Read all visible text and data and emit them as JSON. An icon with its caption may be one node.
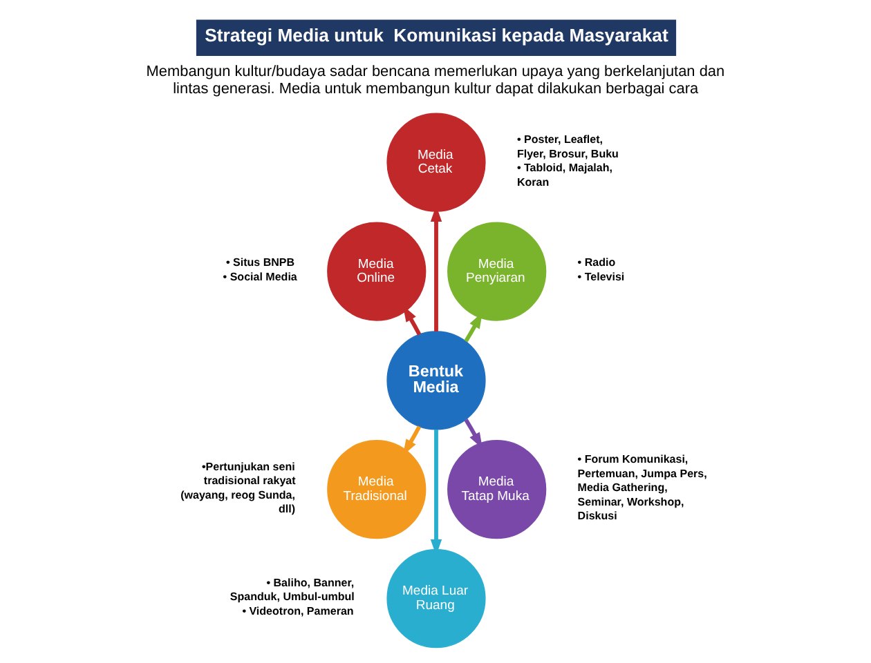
{
  "diagram": {
    "title": "Strategi Media untuk  Komunikasi kepada Masyarakat",
    "nodes": [
      {
        "text": [
          "Bentuk Media"
        ]
      },
      {
        "text": [
          "Media Cetak"
        ],
        "beside": [
          "• Poster, Leaflet, Flyer, Brosur, Buku",
          "• Tabloid, Majalah, Koran"
        ]
      },
      {
        "text": [
          "Media Penyiaran"
        ],
        "beside": [
          "• Radio",
          "• Televisi"
        ]
      },
      {
        "text": [
          "Media Tatap Muka"
        ],
        "beside": [
          "• Forum Komunikasi, Pertemuan, Jumpa Pers, Media Gathering, Seminar, Workshop, Diskusi"
        ]
      },
      {
        "text": [
          "Media Luar Ruang"
        ],
        "beside": [
          "• Baliho, Banner, Spanduk, Umbul-umbul",
          "• Videotron, Pameran"
        ]
      },
      {
        "text": [
          "Media Tradisional"
        ],
        "beside": [
          "•Pertunjukan seni tradisional rakyat (wayang, reog Sunda, dll)"
        ]
      },
      {
        "text": [
          "Media Online"
        ],
        "beside": [
          "• Situs BNPB",
          "• Social Media"
        ]
      }
    ],
    "edges": [
      {
        "from": 0,
        "to": 1,
        "arrow": "to",
        "color": "#c0282a"
      },
      {
        "from": 0,
        "to": 2,
        "arrow": "to",
        "color": "#7ab42c"
      },
      {
        "from": 0,
        "to": 3,
        "arrow": "to",
        "color": "#7a48a8"
      },
      {
        "from": 0,
        "to": 4,
        "arrow": "to",
        "color": "#2aaed0"
      },
      {
        "from": 0,
        "to": 5,
        "arrow": "to",
        "color": "#f39a1e"
      },
      {
        "from": 0,
        "to": 6,
        "arrow": "to",
        "color": "#c0282a"
      }
    ],
    "labels": [
      "Membangun kultur/budaya sadar bencana memerlukan upaya yang berkelanjutan dan lintas generasi. Media untuk membangun kultur dapat dilakukan berbagai cara"
    ]
  }
}
